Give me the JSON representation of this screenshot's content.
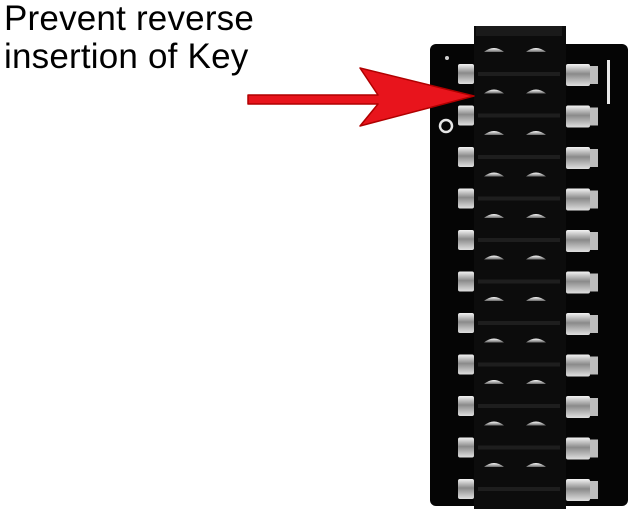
{
  "caption": {
    "line1": "Prevent reverse",
    "line2": "insertion of Key"
  },
  "photo": {
    "subject": "connector-header-photo",
    "rows": 11,
    "arrow_color": "#e8141c",
    "board_color": "#050505"
  }
}
